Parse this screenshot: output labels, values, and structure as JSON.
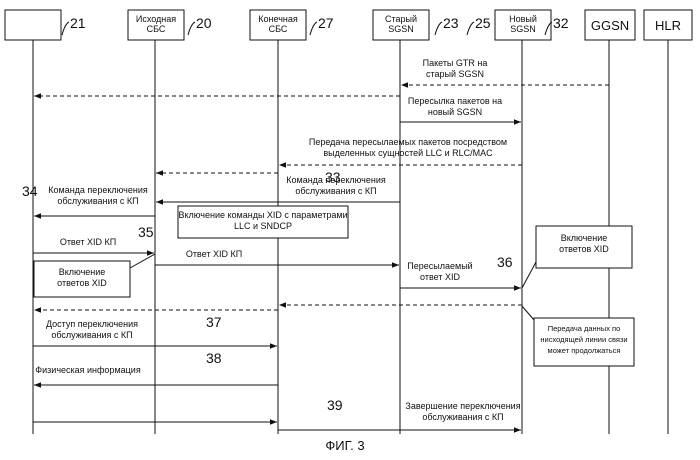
{
  "entities": [
    {
      "id": "ms",
      "name": "",
      "ref": "21"
    },
    {
      "id": "src",
      "name": "Исходная\nСБС",
      "ref": "20"
    },
    {
      "id": "dst",
      "name": "Конечная\nСБС",
      "ref": "27"
    },
    {
      "id": "old",
      "name": "Старый\nSGSN",
      "ref": "23"
    },
    {
      "id": "new",
      "name": "Новый\nSGSN",
      "ref": "25"
    },
    {
      "id": "ggsn",
      "name": "GGSN",
      "ref": "32"
    },
    {
      "id": "hlr",
      "name": "HLR",
      "ref": ""
    }
  ],
  "messages": [
    {
      "text": "Пакеты  GTR  на\nстарый SGSN",
      "ref": ""
    },
    {
      "text": "",
      "ref": ""
    },
    {
      "text": "Пересылка пакетов на\nновый SGSN",
      "ref": ""
    },
    {
      "text": "Передача пересылаемых пакетов посредством\nвыделенных сущностей  LLC и RLC/MAC",
      "ref": ""
    },
    {
      "text": "",
      "ref": ""
    },
    {
      "text": "Команда переключения\nобслуживания с КП",
      "ref": "33"
    },
    {
      "text": "Команда переключения\nобслуживания с КП",
      "ref": "34"
    },
    {
      "text": "Ответ XID КП",
      "ref": "35"
    },
    {
      "text": "Ответ XID КП",
      "ref": ""
    },
    {
      "text": "Пересылаемый\nответ  XID",
      "ref": "36"
    },
    {
      "text": "",
      "ref": ""
    },
    {
      "text": "",
      "ref": ""
    },
    {
      "text": "Доступ переключения\nобслуживания  с КП",
      "ref": "37"
    },
    {
      "text": "Физическая информация",
      "ref": "38"
    },
    {
      "text": "",
      "ref": ""
    },
    {
      "text": "Завершение переключения\nобслуживания  с КП",
      "ref": "39"
    }
  ],
  "notes": [
    {
      "text": "Включение команды XID с параметрами\nLLC  и  SNDCP"
    },
    {
      "text": "Включение\nответов XID"
    },
    {
      "text": "Включение\nответов  XID"
    },
    {
      "text": "Передача данных по\nнисходящей линии  связи\nможет  продолжаться"
    }
  ],
  "caption": "ФИГ. 3"
}
